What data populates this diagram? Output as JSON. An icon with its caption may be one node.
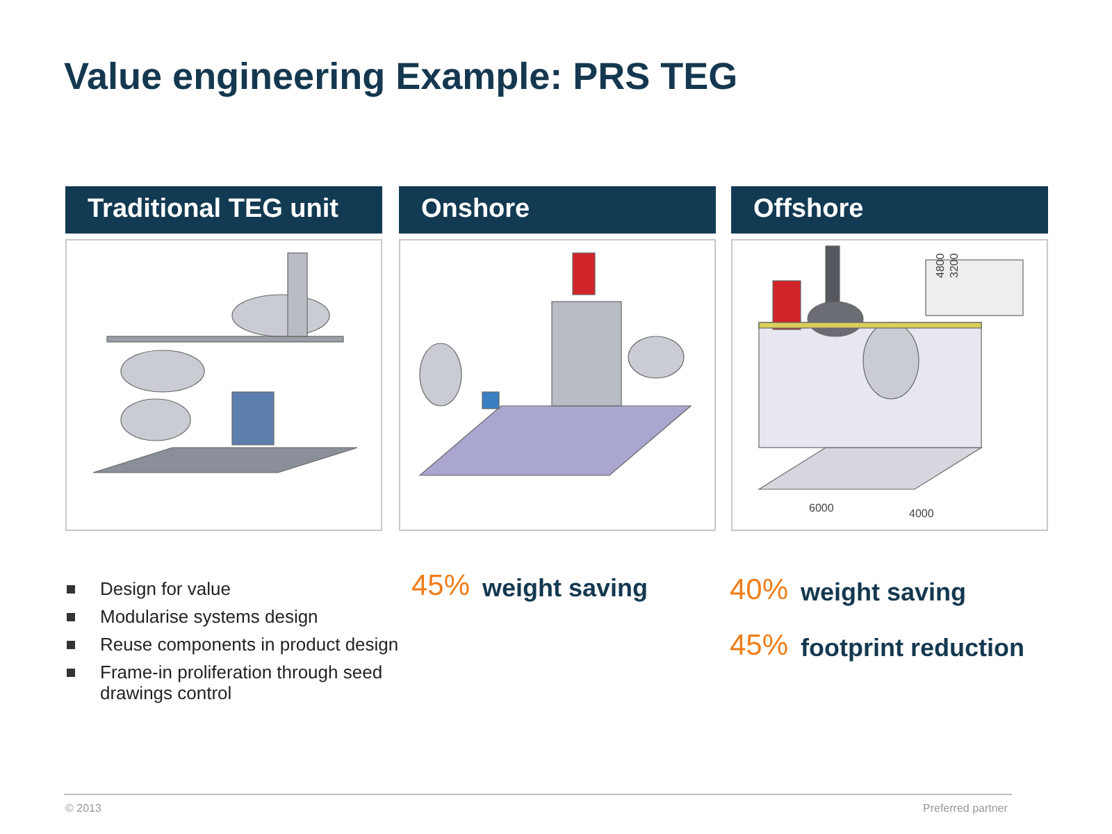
{
  "diagram": {
    "title": "Value engineering Example: PRS TEG",
    "nodes": [
      {
        "text": [
          "Traditional TEG unit"
        ]
      },
      {
        "text": [],
        "shape": "picture"
      },
      {
        "text": [
          "Onshore"
        ]
      },
      {
        "text": [],
        "shape": "picture"
      },
      {
        "text": [
          "Offshore"
        ]
      },
      {
        "text": [],
        "shape": "picture"
      }
    ],
    "edges": [],
    "labels": [
      "4800",
      "3200",
      "6000",
      "4000",
      "Design for value",
      "Modularise systems design",
      "Reuse components in product design",
      "Frame-in proliferation through seed drawings control",
      "45%",
      "weight saving",
      "40%",
      "weight saving",
      "45%",
      "footprint reduction",
      "© 2013",
      "Preferred partner"
    ]
  }
}
